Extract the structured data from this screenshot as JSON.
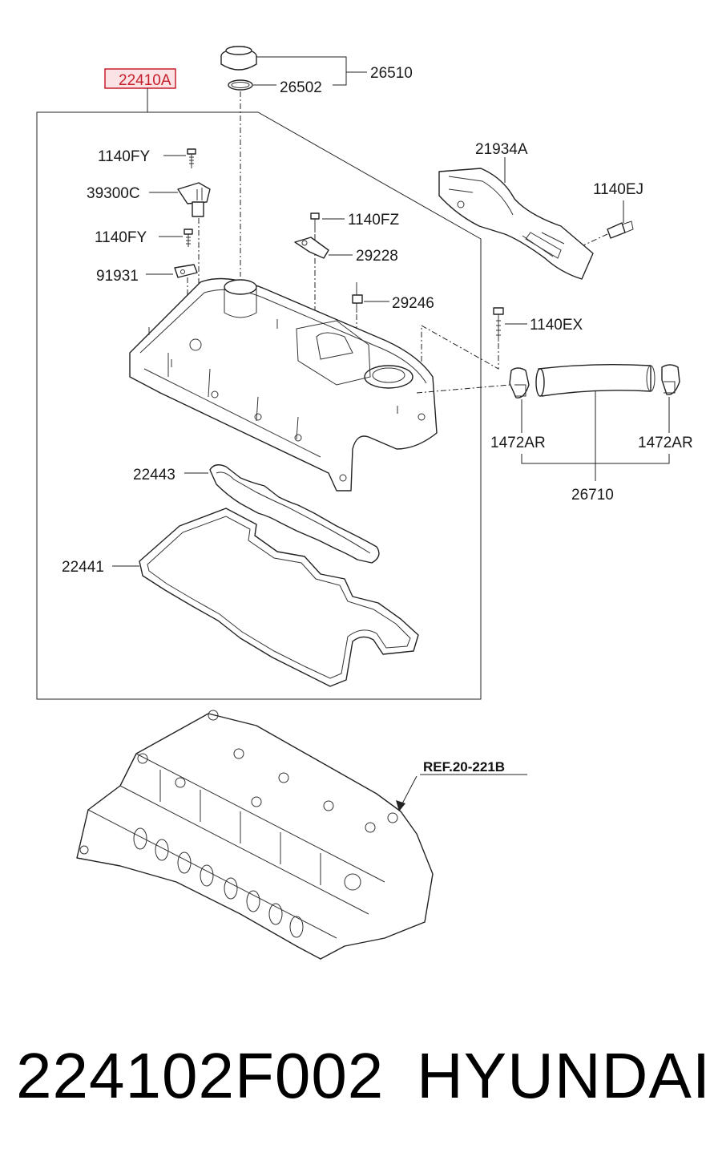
{
  "assembly_label": "22410A",
  "labels": {
    "cap": "26510",
    "cap_seal": "26502",
    "heat_shield": "21934A",
    "shield_bolt": "1140EJ",
    "bolt_top": "1140FY",
    "sensor": "39300C",
    "bolt_mid": "1140FY",
    "bracket": "91931",
    "bolt_fz": "1140FZ",
    "gasket_small": "29228",
    "stud": "29246",
    "bolt_ex": "1140EX",
    "clamp_left": "1472AR",
    "clamp_right": "1472AR",
    "hose": "26710",
    "gasket_spark": "22443",
    "gasket_cover": "22441"
  },
  "reference": "REF.20-221B",
  "footer": {
    "part_number": "224102F002",
    "brand": "HYUNDAI"
  },
  "colors": {
    "highlight": "#c81e2c",
    "highlight_fill": "#fbe3e5",
    "line": "#222222"
  }
}
